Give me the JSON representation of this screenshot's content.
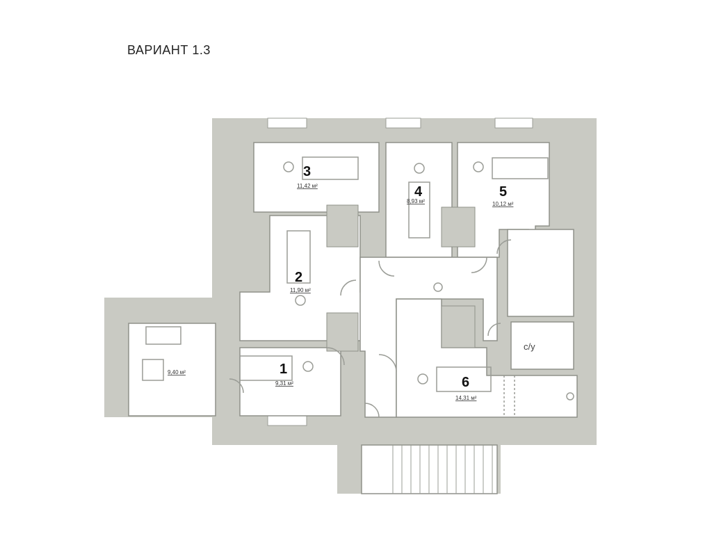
{
  "title": "ВАРИАНТ 1.3",
  "colors": {
    "wall": "#c9cac3",
    "room": "#ffffff",
    "text": "#111111"
  },
  "rooms": [
    {
      "number": "1",
      "area": "9,31 м²"
    },
    {
      "number": "2",
      "area": "11,90 м²"
    },
    {
      "number": "3",
      "area": "11,42 м²"
    },
    {
      "number": "4",
      "area": "8,93 м²"
    },
    {
      "number": "5",
      "area": "10,12 м²"
    },
    {
      "number": "6",
      "area": "14,31 м²"
    }
  ],
  "office": {
    "area": "9,40 м²"
  },
  "bathroom": {
    "label": "с/у"
  }
}
